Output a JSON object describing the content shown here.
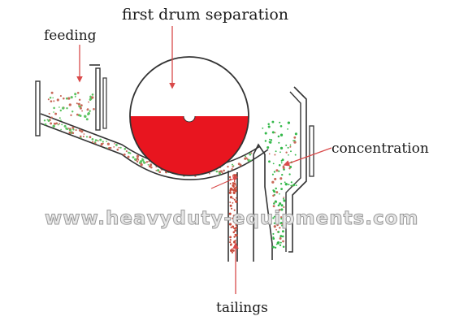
{
  "labels": {
    "title": "first drum separation",
    "feeding": "feeding",
    "concentration": "concentration",
    "tailings": "tailings"
  },
  "watermark": "www.heavyduty-equipments.com",
  "colors": {
    "drum_fill": "#e8151f",
    "line": "#333333",
    "arrow": "#d94a4a",
    "tailings_particles": "#c84a3a",
    "concentrate_particles": "#34b84a",
    "feed_particles_green": "#5cc460",
    "feed_particles_red": "#c86a5a"
  }
}
